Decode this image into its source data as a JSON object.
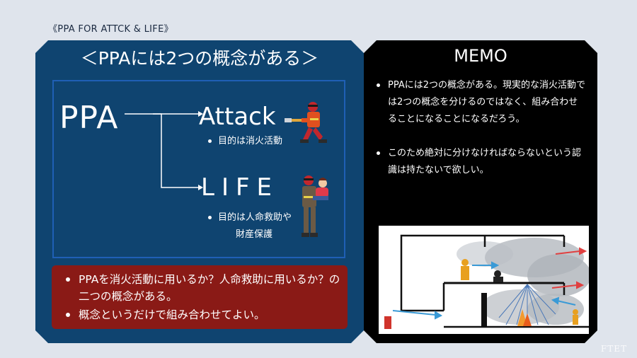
{
  "page": {
    "label": "《PPA FOR ATTCK & LIFE》",
    "watermark": "FTET"
  },
  "left": {
    "title": "＜PPAには2つの概念がある＞",
    "ppa": "PPA",
    "attack": {
      "label": "Attack",
      "bullet": "目的は消火活動"
    },
    "life": {
      "label": "LIFE",
      "bullet_line1": "目的は人命救助や",
      "bullet_line2": "財産保護"
    },
    "summary": [
      "PPAを消火活動に用いるか？人命救助に用いるか？の二つの概念がある。",
      "概念というだけで組み合わせてよい。"
    ]
  },
  "right": {
    "title": "MEMO",
    "items": [
      "PPAには2つの概念がある。現実的な消火活動では2つの概念を分けるのではなく、組み合わせることになることになるだろう。",
      "このため絶対に分けなければならないという認識は持たないで欲しい。"
    ]
  },
  "colors": {
    "left_panel": "#0f4470",
    "accent_border": "#1f5fb5",
    "summary_box": "#8a1a16",
    "right_panel": "#000000",
    "background": "#dfe4ec"
  },
  "icons": [
    "firefighter-attack-icon",
    "firefighter-rescue-icon",
    "fire-scene-illustration"
  ]
}
